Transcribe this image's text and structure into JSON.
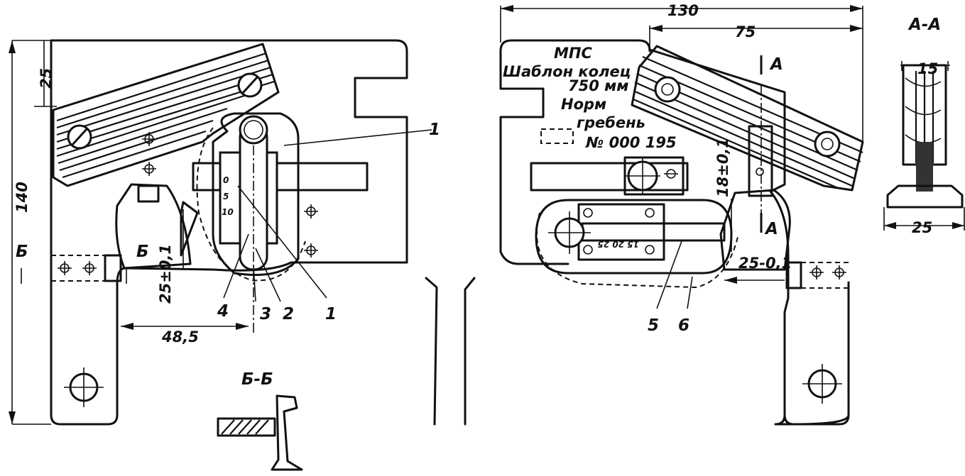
{
  "dimensions": {
    "width_130": "130",
    "width_75": "75",
    "height_140": "140",
    "offset_25": "25",
    "size_48_5": "48,5",
    "tol_25": "25±0,1",
    "tol_18": "18±0,1",
    "size_25_minus": "25-0,1",
    "aa_width_15": "15",
    "aa_base_25": "25"
  },
  "sections": {
    "aa_title": "А-А",
    "bb_title": "Б-Б",
    "cut_a_top": "А",
    "cut_a_bottom": "А",
    "cut_b_left": "Б",
    "cut_b_right": "Б"
  },
  "plate_text": {
    "line1": "МПС",
    "line2": "Шаблон колец",
    "line3": "750 мм",
    "line4": "Норм",
    "line5": "гребень",
    "line6": "№ 000 195"
  },
  "scale_text": {
    "s0": "0",
    "s5": "5",
    "s10": "10",
    "right_scale": "15 20 25"
  },
  "callouts": {
    "c1_top": "1",
    "c1_bottom": "1",
    "c2": "2",
    "c3": "3",
    "c4": "4",
    "c5": "5",
    "c6": "6"
  }
}
